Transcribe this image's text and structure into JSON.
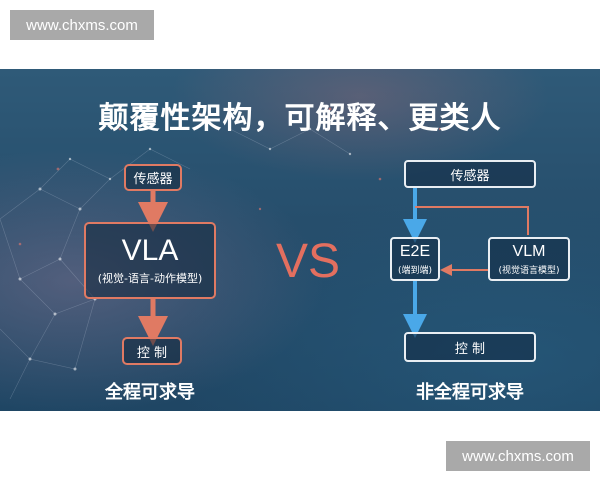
{
  "watermarks": {
    "top": "www.chxms.com",
    "bottom": "www.chxms.com"
  },
  "slide": {
    "title": "颠覆性架构，可解释、更类人",
    "vs_label": "VS",
    "left": {
      "sensor": "传感器",
      "model_name": "VLA",
      "model_desc": "(视觉-语言-动作模型)",
      "control": "控 制",
      "caption": "全程可求导"
    },
    "right": {
      "sensor": "传感器",
      "e2e_name": "E2E",
      "e2e_desc": "(端到端)",
      "vlm_name": "VLM",
      "vlm_desc": "(视觉语言模型)",
      "control": "控 制",
      "caption": "非全程可求导"
    }
  },
  "colors": {
    "accent_red": "#e07a63",
    "arrow_blue": "#4aa8e8",
    "background": "#2a5270"
  }
}
